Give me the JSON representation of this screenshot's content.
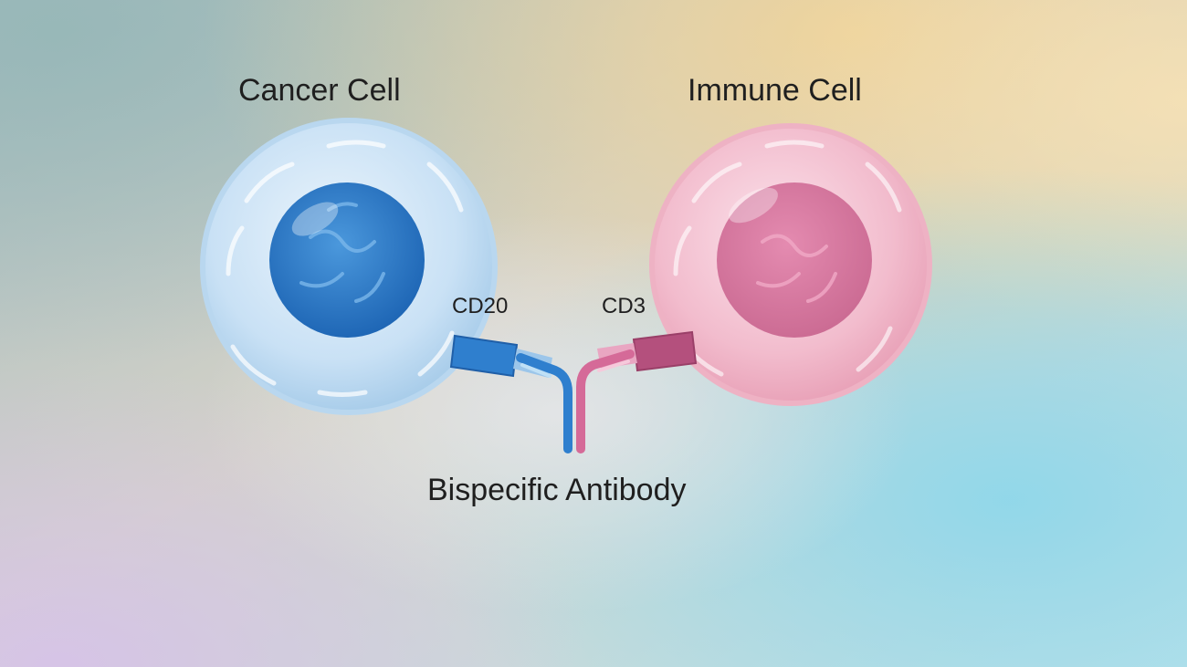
{
  "labels": {
    "cancer_cell": "Cancer Cell",
    "immune_cell": "Immune Cell",
    "cd20": "CD20",
    "cd3": "CD3",
    "caption": "Bispecific Antibody"
  },
  "colors": {
    "cancer_cell_membrane": "#cfe4f6",
    "cancer_cell_nucleus": "#2f7fce",
    "immune_cell_membrane": "#f3bfd0",
    "immune_cell_nucleus": "#d9799f",
    "antibody_blue": "#2f7fce",
    "antibody_pink": "#d56a98",
    "text": "#1f1f1f"
  }
}
